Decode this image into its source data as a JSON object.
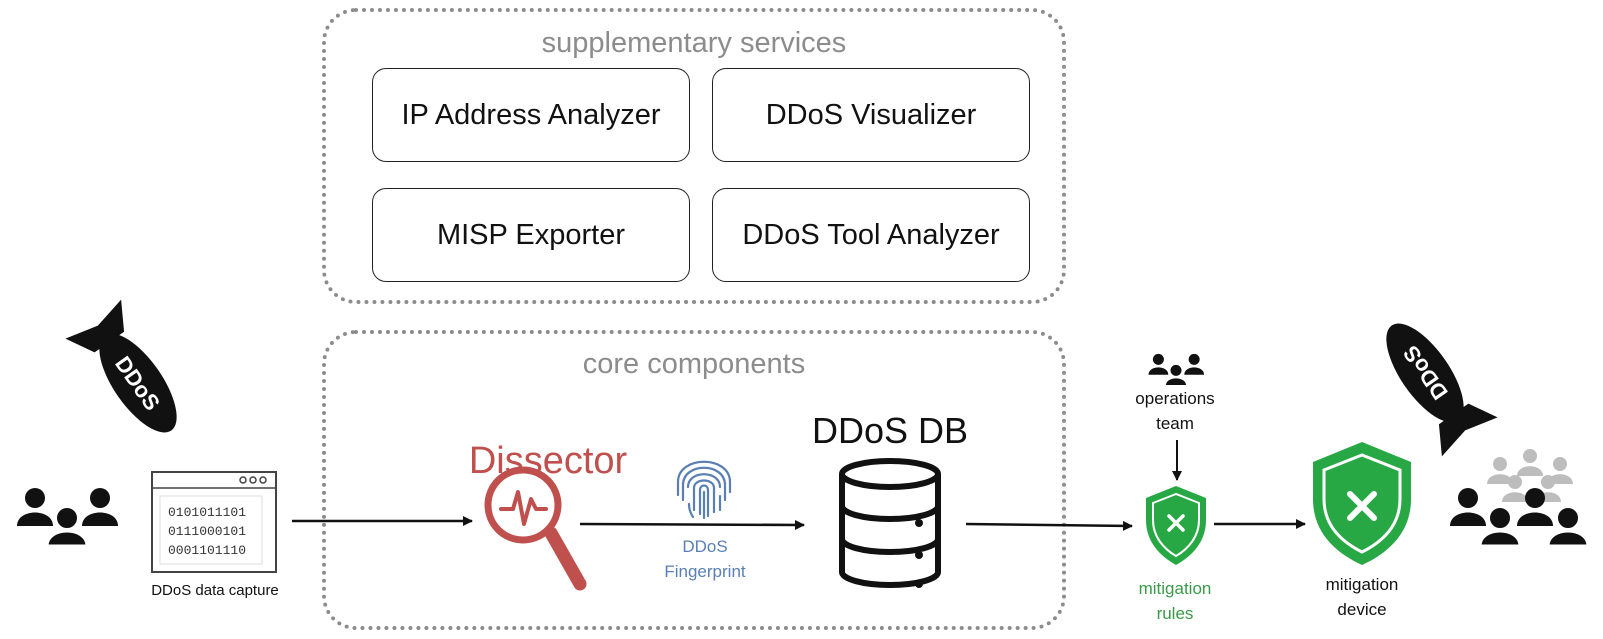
{
  "supplementary": {
    "title": "supplementary services",
    "services": [
      "IP Address Analyzer",
      "DDoS Visualizer",
      "MISP Exporter",
      "DDoS Tool Analyzer"
    ]
  },
  "core": {
    "title": "core components"
  },
  "capture": {
    "label": "DDoS data capture",
    "bits": [
      "0101011101",
      "0111000101",
      "0001101110"
    ]
  },
  "dissector": {
    "label": "Dissector"
  },
  "fingerprint": {
    "line1": "DDoS",
    "line2": "Fingerprint"
  },
  "db": {
    "label": "DDoS DB"
  },
  "ops": {
    "line1": "operations",
    "line2": "team"
  },
  "rules": {
    "line1": "mitigation",
    "line2": "rules"
  },
  "device": {
    "line1": "mitigation",
    "line2": "device"
  },
  "bomb": {
    "text": "DDoS"
  },
  "colors": {
    "dissector": "#c0504d",
    "fingerprint": "#5a7fb5",
    "shield": "#27a845",
    "rules_text": "#3a9a48",
    "border": "#8c8c8c"
  }
}
